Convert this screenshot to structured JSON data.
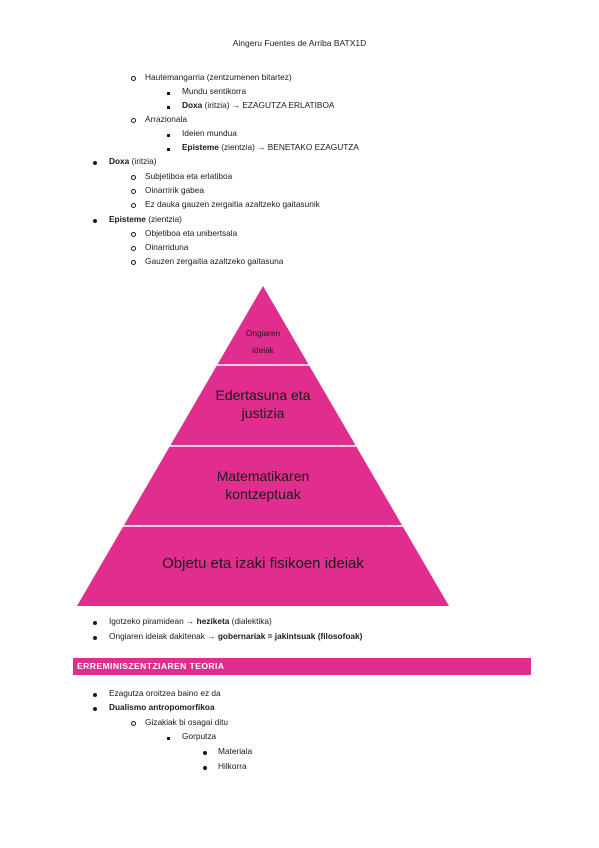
{
  "header": {
    "text": "Aingeru Fuentes de Arriba BATX1D"
  },
  "lines": [
    {
      "parts": [
        {
          "t": "Hautemangarria (zentzumenen bitartez)",
          "b": false
        }
      ]
    },
    {
      "parts": [
        {
          "t": "Mundu sentikorra",
          "b": false
        }
      ]
    },
    {
      "parts": [
        {
          "t": "Doxa",
          "b": true
        },
        {
          "t": " (iritzia) → EZAGUTZA ERLATIBOA",
          "b": false
        }
      ]
    },
    {
      "parts": [
        {
          "t": "Arrazionala",
          "b": false
        }
      ]
    },
    {
      "parts": [
        {
          "t": "Ideien mundua",
          "b": false
        }
      ]
    },
    {
      "parts": [
        {
          "t": "Episteme",
          "b": true
        },
        {
          "t": " (zientzia) → BENETAKO EZAGUTZA",
          "b": false
        }
      ]
    },
    {
      "parts": [
        {
          "t": "Doxa",
          "b": true
        },
        {
          "t": " (iritzia)",
          "b": false
        }
      ]
    },
    {
      "parts": [
        {
          "t": "Subjetiboa eta erlatiboa",
          "b": false
        }
      ]
    },
    {
      "parts": [
        {
          "t": "Oinarririk gabea",
          "b": false
        }
      ]
    },
    {
      "parts": [
        {
          "t": "Ez dauka gauzen zergaitia azaltzeko gaitasunik",
          "b": false
        }
      ]
    },
    {
      "parts": [
        {
          "t": "Episteme",
          "b": true
        },
        {
          "t": " (zientzia)",
          "b": false
        }
      ]
    },
    {
      "parts": [
        {
          "t": "Objetiboa eta unibertsala",
          "b": false
        }
      ]
    },
    {
      "parts": [
        {
          "t": "Oinarriduna",
          "b": false
        }
      ]
    },
    {
      "parts": [
        {
          "t": "Gauzen zergaitia azaltzeko gaitasuna",
          "b": false
        }
      ]
    },
    {
      "parts": [
        {
          "t": "Igotzeko piramidean → ",
          "b": false
        },
        {
          "t": "heziketa",
          "b": true
        },
        {
          "t": " (dialektika)",
          "b": false
        }
      ]
    },
    {
      "parts": [
        {
          "t": "Ongiaren ideiak dakitenak → ",
          "b": false
        },
        {
          "t": "gobernariak = jakintsuak (filosofoak)",
          "b": true
        }
      ]
    },
    {
      "parts": [
        {
          "t": "Ezagutza oroitzea baino ez da",
          "b": false
        }
      ]
    },
    {
      "parts": [
        {
          "t": "Dualismo antropomorfikoa",
          "b": true
        }
      ]
    },
    {
      "parts": [
        {
          "t": "Gizakiak bi osagai ditu",
          "b": false
        }
      ]
    },
    {
      "parts": [
        {
          "t": "Gorputza",
          "b": false
        }
      ]
    },
    {
      "parts": [
        {
          "t": "Materiala",
          "b": false
        }
      ]
    },
    {
      "parts": [
        {
          "t": "Hilkorra",
          "b": false
        }
      ]
    }
  ],
  "pyramid": {
    "color": "#e12e8e",
    "line_color": "#ffffff",
    "levels": [
      {
        "line1": "Ongiaren",
        "line2": "ideiak"
      },
      {
        "line1": "Edertasuna eta",
        "line2": "justizia"
      },
      {
        "line1": "Matematikaren",
        "line2": "kontzeptuak"
      },
      {
        "line1": "Objetu eta izaki fisikoen ideiak",
        "line2": ""
      }
    ]
  },
  "section": {
    "title": "ERREMINISZENTZIAREN TEORIA",
    "color": "#e12e8e"
  }
}
